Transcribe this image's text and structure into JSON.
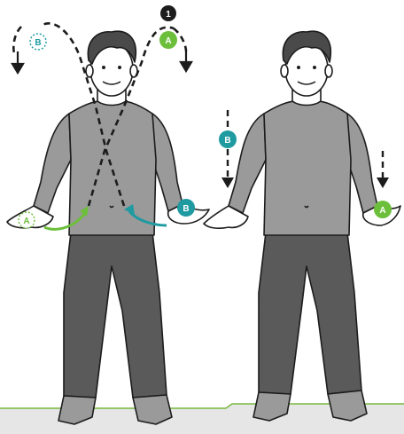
{
  "step": {
    "number": "1"
  },
  "balls": {
    "a": {
      "label": "A",
      "color": "#6cbf3a"
    },
    "b": {
      "label": "B",
      "color": "#1e9aa0"
    }
  },
  "colors": {
    "shirt": "#9a9a9a",
    "pants": "#5a5a5a",
    "skin": "#ffffff",
    "hair": "#4a4a4a",
    "outline": "#1c1c1c",
    "floor": "#e6e6e6",
    "floor_edge": "#78b83e"
  }
}
